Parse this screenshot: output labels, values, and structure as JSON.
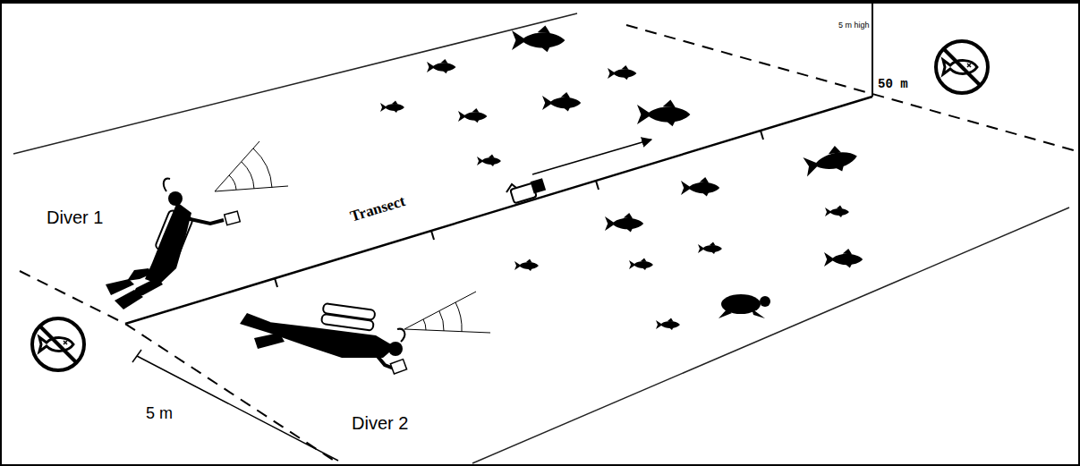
{
  "diagram": {
    "labels": [
      "5 m high",
      "50 m",
      "Diver 1",
      "Transect",
      "Diver 2",
      "5 m"
    ]
  }
}
